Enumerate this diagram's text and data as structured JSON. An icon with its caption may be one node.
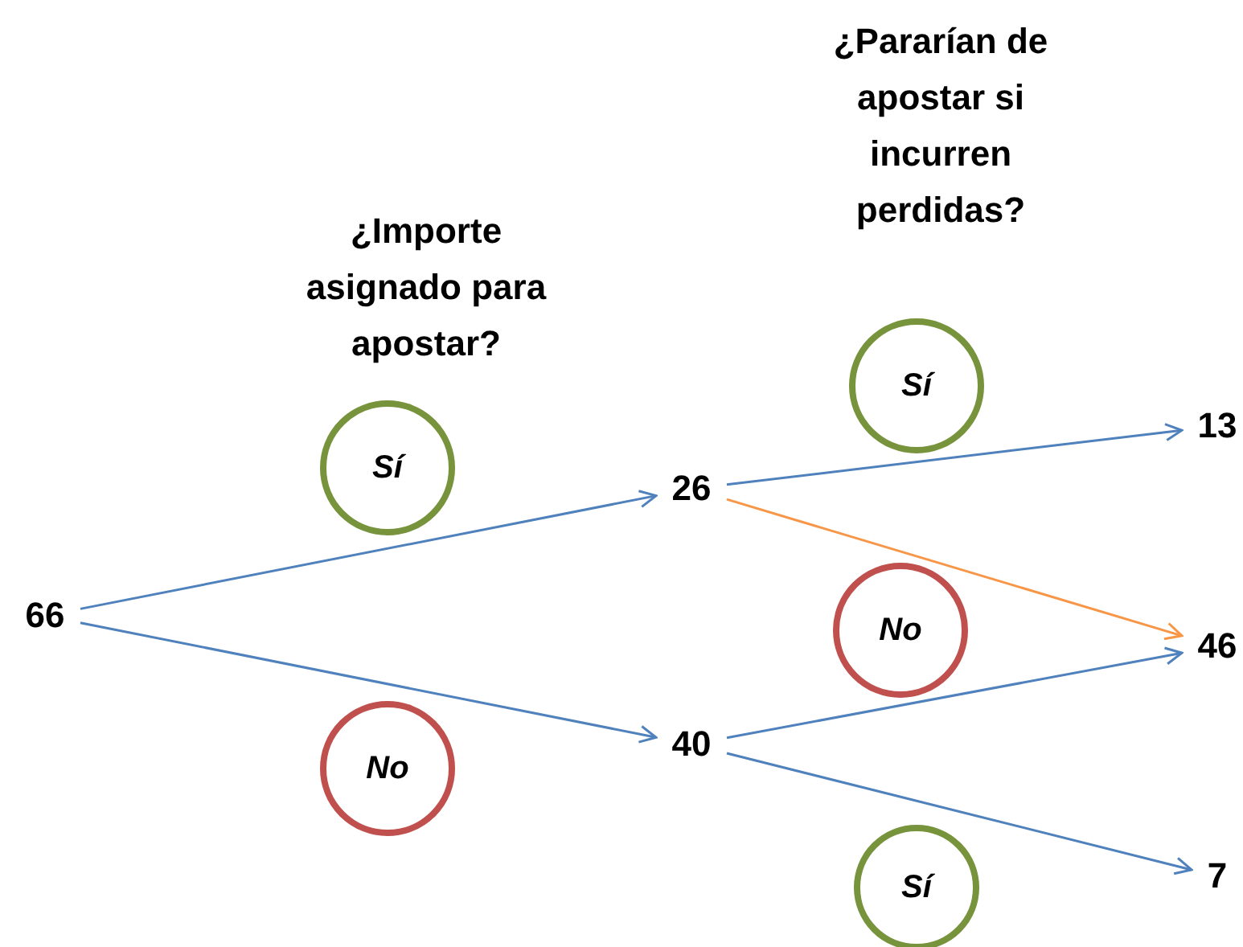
{
  "diagram": {
    "nodes": [
      {
        "text": [
          "66"
        ]
      },
      {
        "text": [
          "26"
        ]
      },
      {
        "text": [
          "40"
        ]
      },
      {
        "text": [
          "13"
        ]
      },
      {
        "text": [
          "46"
        ]
      },
      {
        "text": [
          "7"
        ]
      },
      {
        "text": [
          "Sí"
        ]
      },
      {
        "text": [
          "No"
        ]
      },
      {
        "text": [
          "Sí"
        ]
      },
      {
        "text": [
          "No"
        ]
      },
      {
        "text": [
          "Sí"
        ]
      }
    ],
    "edges": [
      {
        "from": 0,
        "to": 1,
        "arrow": "to"
      },
      {
        "from": 0,
        "to": 2,
        "arrow": "to"
      },
      {
        "from": 1,
        "to": 3,
        "arrow": "to"
      },
      {
        "from": 1,
        "to": 4,
        "arrow": "to",
        "color": "#f79646"
      },
      {
        "from": 2,
        "to": 4,
        "arrow": "to"
      },
      {
        "from": 2,
        "to": 5,
        "arrow": "to"
      }
    ],
    "labels": [
      "¿Pararían de apostar si incurren perdidas?",
      "¿Importe asignado para apostar?"
    ]
  }
}
